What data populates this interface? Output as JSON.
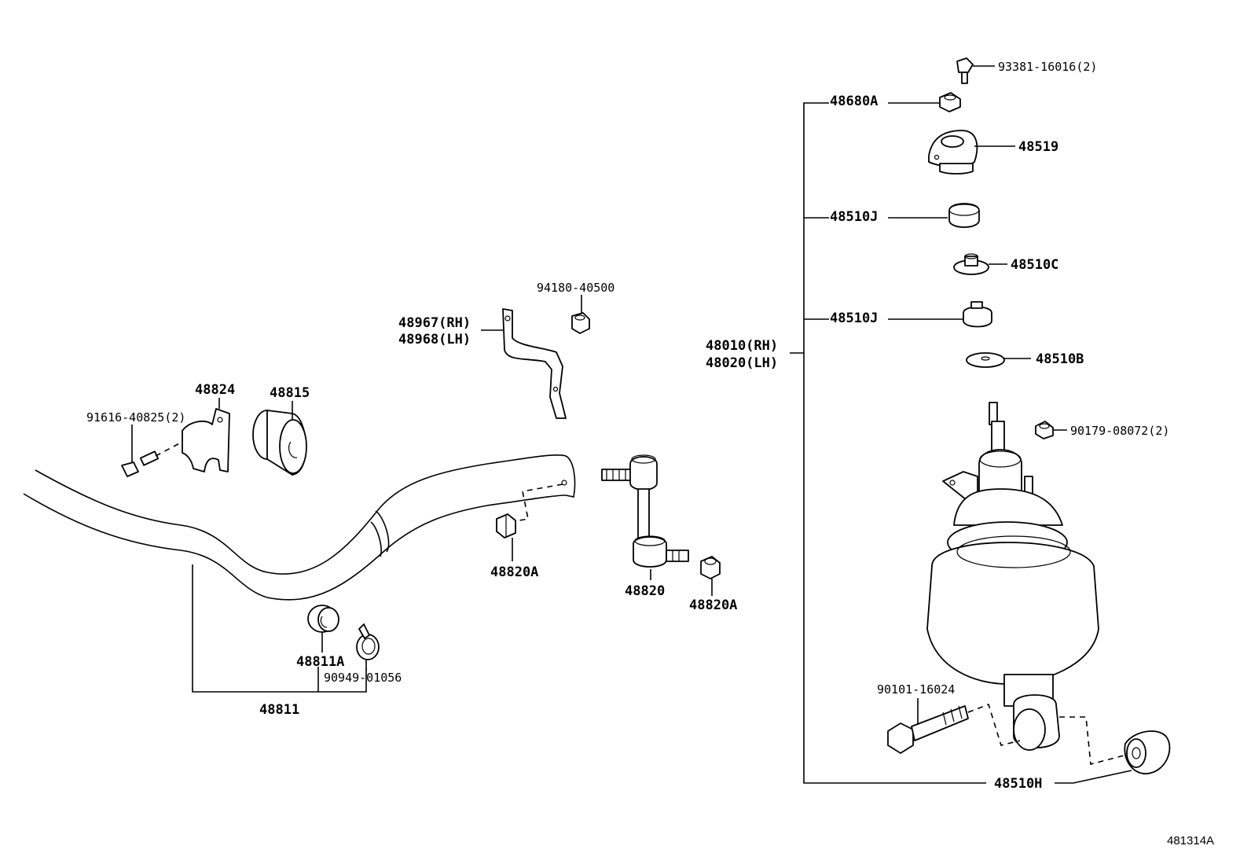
{
  "labels": {
    "p93381": "93381-16016(2)",
    "p48680a": "48680A",
    "p48519": "48519",
    "p48510j_1": "48510J",
    "p48510c": "48510C",
    "p48510j_2": "48510J",
    "p48510b": "48510B",
    "p48010": "48010(RH)",
    "p48020": "48020(LH)",
    "p90179": "90179-08072(2)",
    "p90101": "90101-16024",
    "p48510h": "48510H",
    "p94180": "94180-40500",
    "p48967": "48967(RH)",
    "p48968": "48968(LH)",
    "p48824": "48824",
    "p48815": "48815",
    "p91616": "91616-40825(2)",
    "p48820a_1": "48820A",
    "p48820": "48820",
    "p48820a_2": "48820A",
    "p48811a": "48811A",
    "p90949": "90949-01056",
    "p48811": "48811"
  },
  "figure_id": "481314A"
}
